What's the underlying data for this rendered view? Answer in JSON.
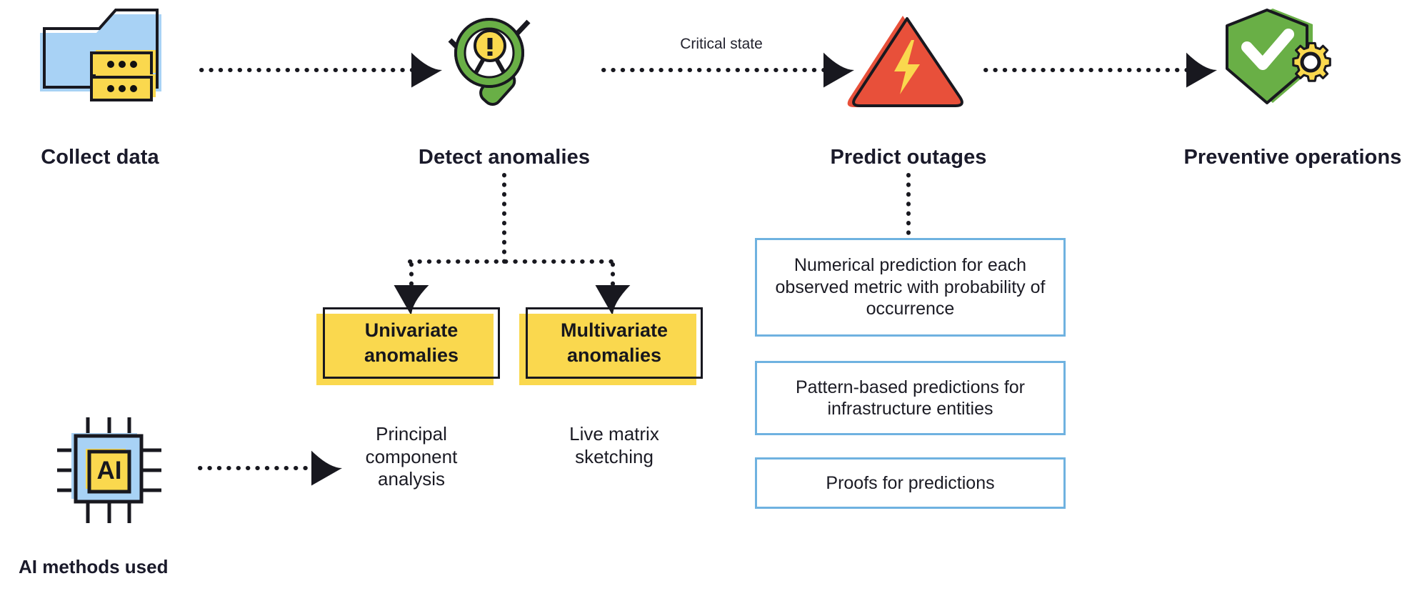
{
  "diagram": {
    "title_stages": [
      {
        "id": "collect-data",
        "label": "Collect data",
        "icon": "folder-database-icon"
      },
      {
        "id": "detect-anomalies",
        "label": "Detect anomalies",
        "icon": "magnifier-alert-icon"
      },
      {
        "id": "predict-outages",
        "label": "Predict outages",
        "icon": "warning-triangle-bolt-icon"
      },
      {
        "id": "preventive-operations",
        "label": "Preventive operations",
        "icon": "shield-check-gear-icon"
      }
    ],
    "edge_labels": {
      "critical_state": "Critical state"
    },
    "anomaly_boxes": [
      {
        "id": "univariate",
        "line1": "Univariate",
        "line2": "anomalies"
      },
      {
        "id": "multivariate",
        "line1": "Multivariate",
        "line2": "anomalies"
      }
    ],
    "method_captions": [
      {
        "id": "pca",
        "text": "Principal\ncomponent\nanalysis",
        "l1": "Principal",
        "l2": "component",
        "l3": "analysis"
      },
      {
        "id": "lms",
        "text": "Live matrix\nsketching",
        "l1": "Live matrix",
        "l2": "sketching",
        "l3": ""
      }
    ],
    "prediction_boxes": [
      {
        "id": "numerical-prediction",
        "text": "Numerical prediction for each observed metric with probability of occurrence"
      },
      {
        "id": "pattern-based",
        "text": "Pattern-based predictions for infrastructure entities"
      },
      {
        "id": "proofs",
        "text": "Proofs for predictions"
      }
    ],
    "ai_section": {
      "chip_label": "AI",
      "section_label": "AI methods used"
    },
    "colors": {
      "yellow": "#FAD84E",
      "blue_fill": "#A8D2F5",
      "blue_border": "#6FB2E0",
      "green": "#69AF46",
      "red": "#E8503A",
      "ink": "#18181f",
      "background": "#FFFFFF"
    }
  }
}
